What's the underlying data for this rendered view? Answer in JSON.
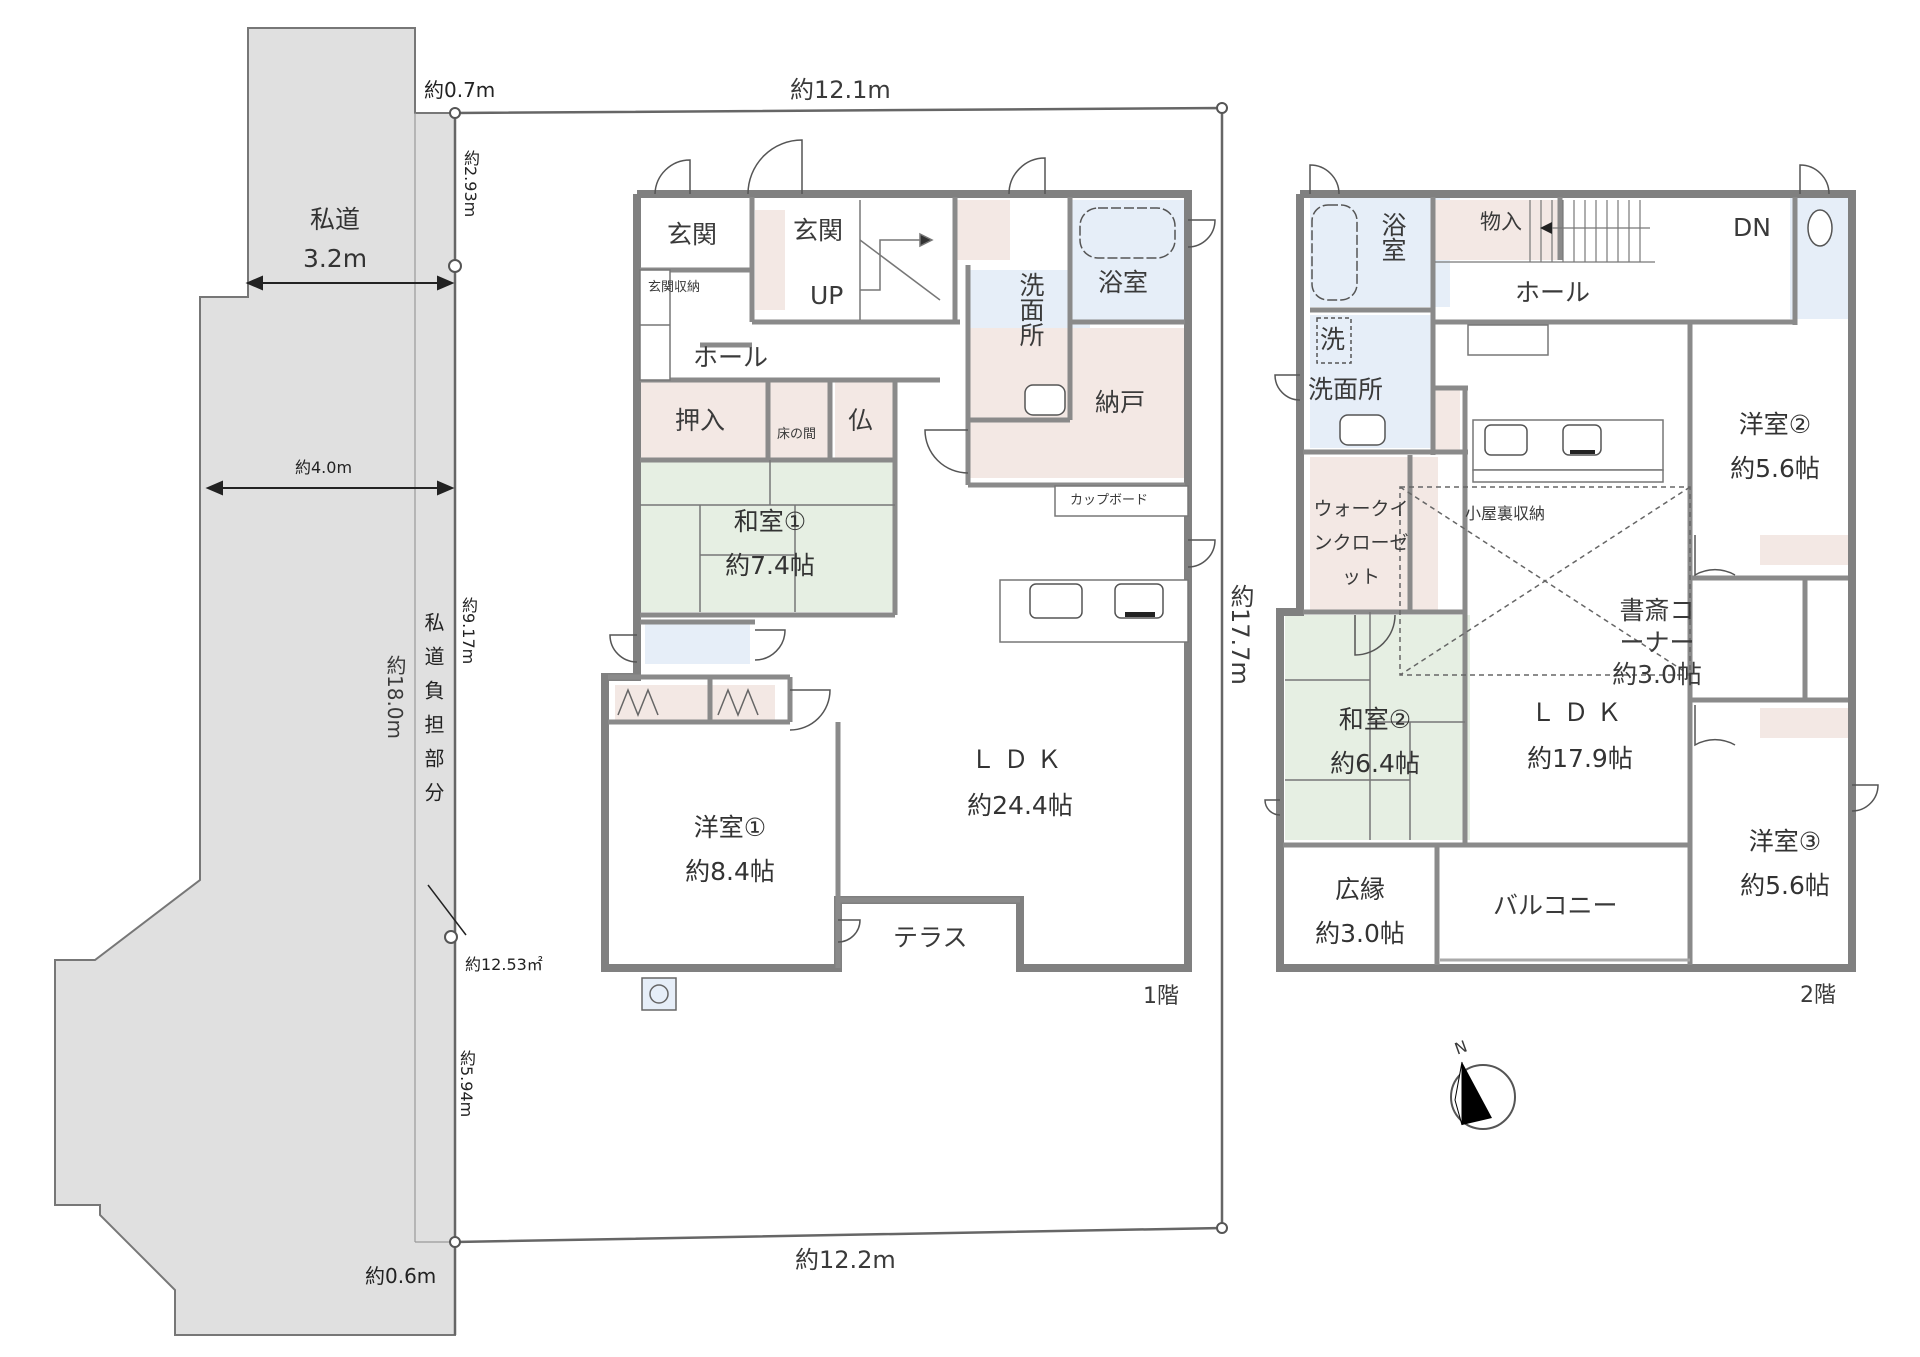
{
  "title": "間取り図 (1階・2階) および敷地図",
  "colors": {
    "road": "#e0e0e0",
    "wall": "#808080",
    "tatami": "#e6efe3",
    "wet_area": "#e6eef8",
    "storage": "#f3e8e4",
    "line": "#555555"
  },
  "site": {
    "road_name": "私道",
    "road_width": "3.2m",
    "road_width_2": "約4.0m",
    "burden_label": "私道負担部分",
    "burden_area": "約12.53㎡",
    "dims": {
      "top_left_offset": "約0.7m",
      "top": "約12.1m",
      "bottom": "約12.2m",
      "right": "約17.7m",
      "left_total": "約18.0m",
      "left_seg1": "約2.93m",
      "left_seg2": "約9.17m",
      "left_seg3": "約5.94m",
      "bottom_left_offset": "約0.6m"
    }
  },
  "floor1": {
    "label": "1階",
    "rooms": [
      {
        "name": "玄関",
        "area": ""
      },
      {
        "name": "玄関",
        "area": ""
      },
      {
        "name": "玄関収納",
        "area": ""
      },
      {
        "name": "UP",
        "area": ""
      },
      {
        "name": "ホール",
        "area": ""
      },
      {
        "name": "洗面所",
        "area": ""
      },
      {
        "name": "浴室",
        "area": ""
      },
      {
        "name": "納戸",
        "area": ""
      },
      {
        "name": "押入",
        "area": ""
      },
      {
        "name": "床の間",
        "area": ""
      },
      {
        "name": "仏",
        "area": ""
      },
      {
        "name": "カップボード",
        "area": ""
      },
      {
        "name": "和室①",
        "area": "約7.4帖"
      },
      {
        "name": "ＬＤＫ",
        "area": "約24.4帖"
      },
      {
        "name": "洋室①",
        "area": "約8.4帖"
      },
      {
        "name": "テラス",
        "area": ""
      }
    ]
  },
  "floor2": {
    "label": "2階",
    "rooms": [
      {
        "name": "浴室",
        "area": ""
      },
      {
        "name": "物入",
        "area": ""
      },
      {
        "name": "DN",
        "area": ""
      },
      {
        "name": "ホール",
        "area": ""
      },
      {
        "name": "洗",
        "area": ""
      },
      {
        "name": "洗面所",
        "area": ""
      },
      {
        "name": "洋室②",
        "area": "約5.6帖"
      },
      {
        "name": "ウォークインクローゼット",
        "area": ""
      },
      {
        "name": "小屋裏収納",
        "area": ""
      },
      {
        "name": "書斎コーナー",
        "area": "約3.0帖"
      },
      {
        "name": "和室②",
        "area": "約6.4帖"
      },
      {
        "name": "ＬＤＫ",
        "area": "約17.9帖"
      },
      {
        "name": "洋室③",
        "area": "約5.6帖"
      },
      {
        "name": "広縁",
        "area": "約3.0帖"
      },
      {
        "name": "バルコニー",
        "area": ""
      }
    ]
  },
  "compass": {
    "label": "N",
    "icon": "north-arrow-icon"
  }
}
